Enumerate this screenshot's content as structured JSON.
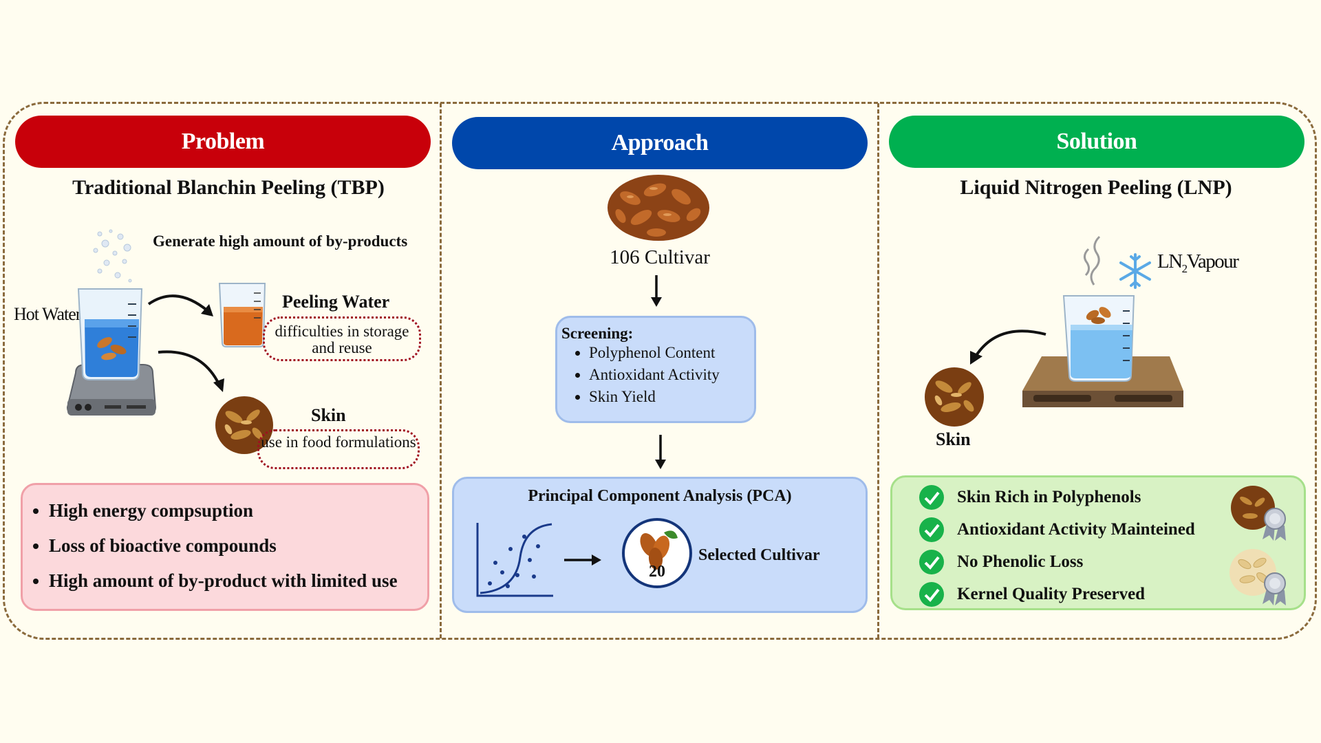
{
  "problem": {
    "header": "Problem",
    "title": "Traditional Blanchin Peeling (TBP)",
    "byproducts_note": "Generate high amount of by-products",
    "hot_water_label": "Hot Water",
    "peeling_water_label": "Peeling Water",
    "peeling_water_note": "difficulties in storage and reuse",
    "skin_label": "Skin",
    "skin_note": "use in food formulations",
    "bullets": [
      "High energy compsuption",
      "Loss of bioactive compounds",
      "High amount of by-product with limited use"
    ]
  },
  "approach": {
    "header": "Approach",
    "cultivar_count": "106 Cultivar",
    "screening_title": "Screening:",
    "screening_items": [
      "Polyphenol Content",
      "Antioxidant Activity",
      "Skin Yield"
    ],
    "pca_title": "Principal Component Analysis (PCA)",
    "selected_number": "20",
    "selected_label": "Selected Cultivar"
  },
  "solution": {
    "header": "Solution",
    "title": "Liquid Nitrogen Peeling (LNP)",
    "vapour_label_main": "LN",
    "vapour_label_sub": "2",
    "vapour_label_rest": "Vapour",
    "skin_label": "Skin",
    "benefits": [
      "Skin Rich in Polyphenols",
      "Antioxidant Activity Mainteined",
      "No Phenolic Loss",
      "Kernel Quality Preserved"
    ]
  },
  "colors": {
    "problem": "#c8000a",
    "approach": "#0047ab",
    "solution": "#00b050",
    "frame": "#8a6a3c"
  }
}
